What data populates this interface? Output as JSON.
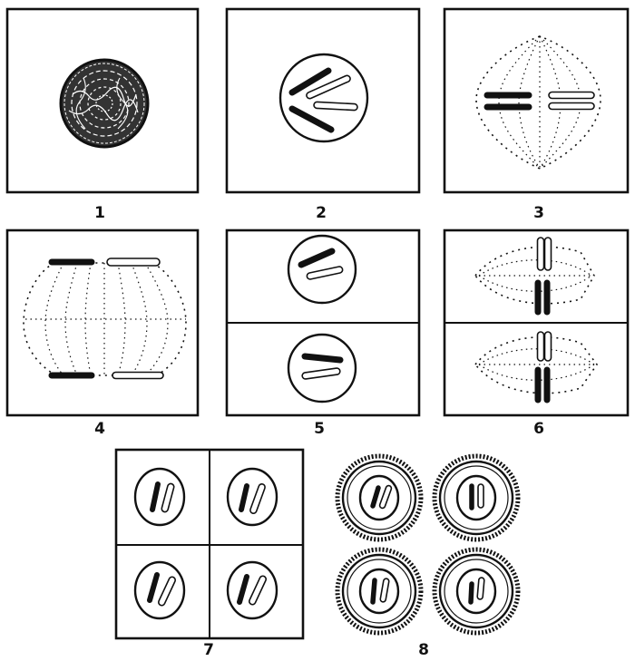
{
  "figure": {
    "panel_labels": [
      "1",
      "2",
      "3",
      "4",
      "5",
      "6",
      "7",
      "8"
    ]
  }
}
